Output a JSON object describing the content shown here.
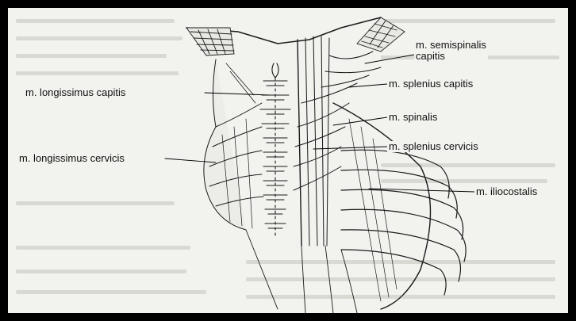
{
  "figure": {
    "colors": {
      "frame_border": "#000000",
      "paper": "#f2f2ef",
      "ink": "#111111"
    },
    "labels": {
      "semispinalis_capitis_line1": "m. semispinalis",
      "semispinalis_capitis_line2": "capitis",
      "splenius_capitis": "m. splenius capitis",
      "spinalis": "m. spinalis",
      "splenius_cervicis": "m. splenius cervicis",
      "iliocostalis": "m. iliocostalis",
      "longissimus_capitis": "m. longissimus capitis",
      "longissimus_cervicis": "m. longissimus cervicis"
    }
  }
}
